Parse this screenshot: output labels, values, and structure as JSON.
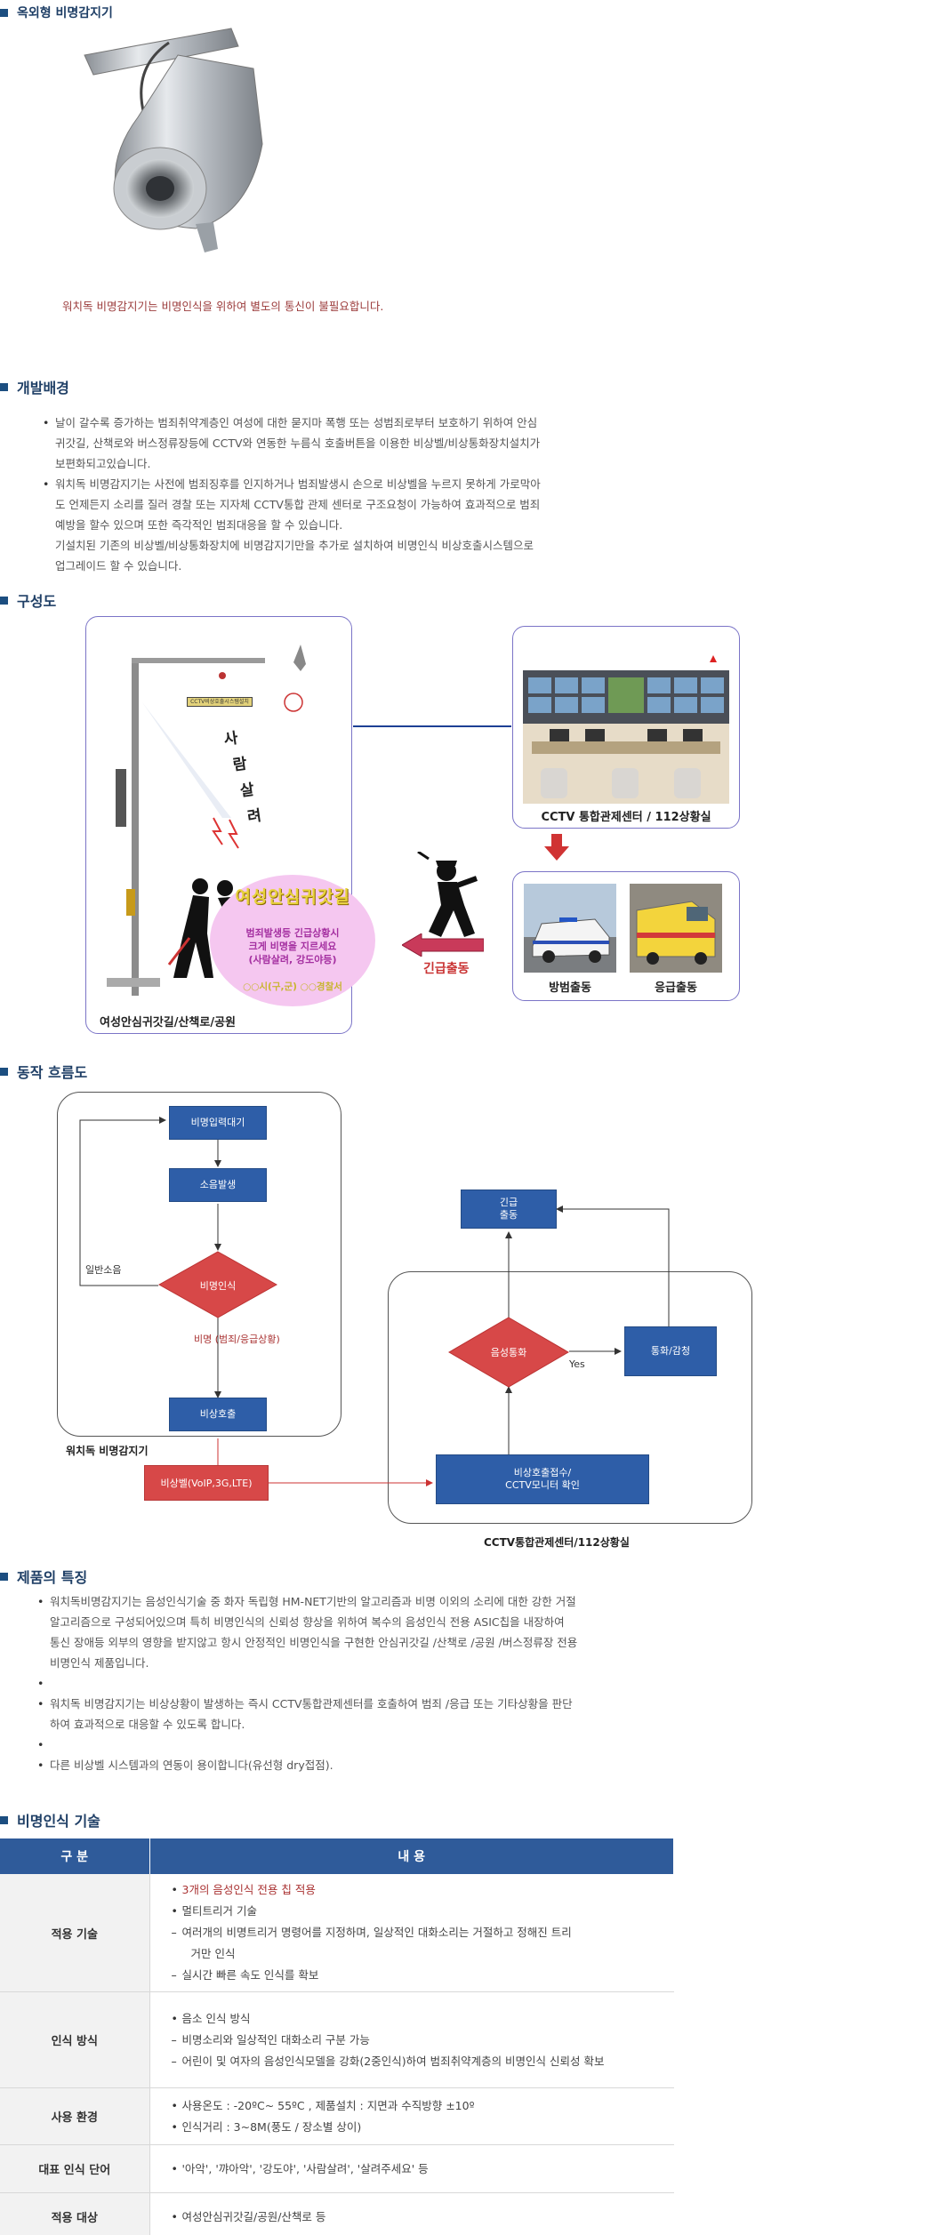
{
  "outdoor": {
    "title": "옥외형 비명감지기",
    "caption": "워치독 비명감지기는 비명인식을 위하여 별도의 통신이 불필요합니다."
  },
  "background": {
    "title": "개발배경",
    "bullets": [
      [
        "날이 갈수록 증가하는 범죄취약계층인 여성에 대한 묻지마 폭행 또는 성범죄로부터 보호하기 위하여 안심",
        "귀갓길, 산책로와 버스정류장등에 CCTV와 연동한 누름식 호출버튼을 이용한 비상벨/비상통화장치설치가",
        "보편화되고있습니다."
      ],
      [
        "워치독 비명감지기는 사전에 범죄징후를 인지하거나 범죄발생시 손으로 비상벨을 누르지 못하게 가로막아",
        "도 언제든지 소리를 질러 경찰 또는 지자체 CCTV통합 관제 센터로 구조요청이 가능하여 효과적으로 범죄",
        "예방을 할수 있으며 또한 즉각적인 범죄대응을 할 수 있습니다.",
        "기설치된 기존의 비상벨/비상통화장치에 비명감지기만을 추가로 설치하여 비명인식 비상호출시스템으로",
        "업그레이드 할 수 있습니다."
      ]
    ]
  },
  "structure": {
    "title": "구성도",
    "pole_sign": "CCTV비상호출시스템설치",
    "shout": [
      "사",
      "람",
      "살",
      "려"
    ],
    "bubble_title": "여성안심귀갓길",
    "bubble_lines": [
      "범죄발생등 긴급상황시",
      "크게 비명을 지르세요",
      "(사람살려, 강도야등)"
    ],
    "bubble_footer": "○○시(구,군) ○○경찰서",
    "left_caption": "여성안심귀갓길/산책로/공원",
    "center_caption": "CCTV 통합관제센터 / 112상황실",
    "dispatch": "긴급출동",
    "police": "방범출동",
    "ambulance": "응급출동"
  },
  "flow": {
    "title": "동작 흐름도",
    "wait": "비명입력대기",
    "sound": "소음발생",
    "recog": "비명인식",
    "normal": "일반소음",
    "scream": "비명 (범죄/응급상황)",
    "emergency_call": "비상호출",
    "device": "워치독 비명감지기",
    "bell": "비상벨(VoIP,3G,LTE)",
    "center_box": [
      "비상호출접수/",
      "CCTV모니터 확인"
    ],
    "voice": "음성통화",
    "yes": "Yes",
    "talk": "통화/감청",
    "dispatch": [
      "긴급",
      "출동"
    ],
    "center_caption": "CCTV통합관제센터/112상황실"
  },
  "features": {
    "title": "제품의 특징",
    "bullets": [
      [
        "워치독비명감지기는 음성인식기술 중 화자 독립형 HM-NET기반의 알고리즘과 비명 이외의 소리에 대한 강한 거절",
        "알고리즘으로 구성되어있으며 특히 비명인식의 신뢰성 향상을 위하여 복수의 음성인식 전용 ASIC칩을 내장하여",
        "통신 장애등 외부의 영향을 받지않고 항시 안정적인 비명인식을 구현한 안심귀갓길 /산책로 /공원 /버스정류장 전용",
        "비명인식 제품입니다."
      ],
      [
        "워치독 비명감지기는 비상상황이 발생하는 즉시 CCTV통합관제센터를 호출하여 범죄 /응급 또는 기타상황을 판단",
        "하여 효과적으로 대응할 수 있도록 합니다."
      ],
      [
        "다른 비상벨 시스템과의 연동이 용이합니다(유선형 dry접점)."
      ]
    ]
  },
  "tech": {
    "title": "비명인식 기술",
    "headers": [
      "구 분",
      "내 용"
    ],
    "rows": [
      {
        "label": "적용 기술",
        "lines": [
          [
            "b",
            "3개의 음성인식 전용 칩 적용",
            true
          ],
          [
            "b",
            "멀티트리거 기술",
            false
          ],
          [
            "d",
            "여러개의 비명트리거 명령어를 지정하며, 일상적인 대화소리는 거절하고 정해진 트리",
            false
          ],
          [
            "c",
            "거만 인식",
            false
          ],
          [
            "d",
            "실시간 빠른 속도 인식를 확보",
            false
          ]
        ]
      },
      {
        "label": "인식 방식",
        "lines": [
          [
            "b",
            "음소 인식 방식",
            false
          ],
          [
            "d",
            " 비명소리와 일상적인 대화소리 구분 가능",
            false
          ],
          [
            "d",
            " 어린이 및 여자의 음성인식모델을 강화(2중인식)하여 범죄취약계층의 비명인식 신뢰성 확보",
            false
          ]
        ]
      },
      {
        "label": "사용 환경",
        "lines": [
          [
            "b",
            "사용온도 : -20ºC~ 55ºC , 제품설치 : 지면과 수직방향 ±10º",
            false
          ],
          [
            "b",
            "인식거리 : 3~8M(풍도 / 장소별 상이)",
            false
          ]
        ]
      },
      {
        "label": "대표 인식 단어",
        "lines": [
          [
            "b",
            "'아악', '꺄아악', '강도야', '사람살려', '살려주세요' 등",
            false
          ]
        ]
      },
      {
        "label": "적용 대상",
        "lines": [
          [
            "b",
            "여성안심귀갓길/공원/산책로 등",
            false
          ]
        ]
      }
    ]
  }
}
